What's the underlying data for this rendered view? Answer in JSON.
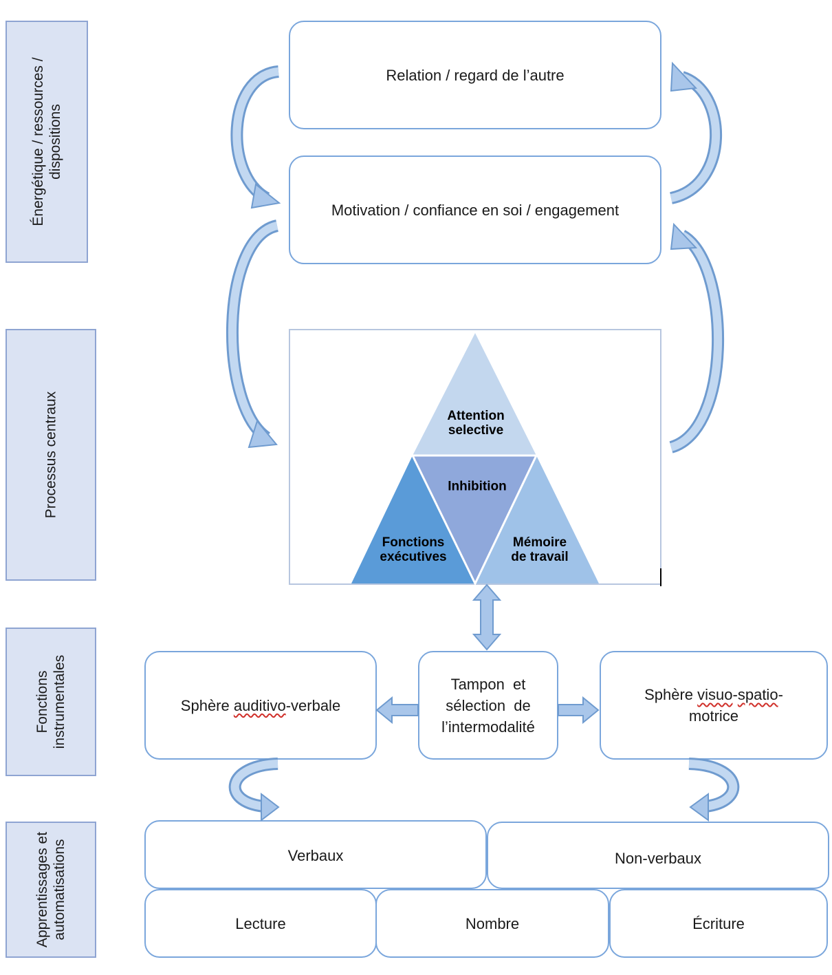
{
  "side_labels": {
    "energetique": "Énergétique / ressources /\ndispositions",
    "processus": "Processus centraux",
    "fonctions": "Fonctions\ninstrumentales",
    "apprentissages": "Apprentissages et\nautomatisations"
  },
  "boxes": {
    "relation": "Relation / regard de l’autre",
    "motivation": "Motivation / confiance en soi / engagement",
    "tampon": "Tampon  et\nsélection  de\nl’intermodalité",
    "sphere_auditive_prefix": "Sphère ",
    "sphere_auditive_word": "auditivo",
    "sphere_auditive_suffix": "-verbale",
    "sphere_visuo_prefix": "Sphère ",
    "sphere_visuo_word1": "visuo",
    "sphere_visuo_mid": "-",
    "sphere_visuo_word2": "spatio",
    "sphere_visuo_suffix": "-\nmotrice",
    "verbaux": "Verbaux",
    "non_verbaux": "Non-verbaux",
    "lecture": "Lecture",
    "nombre": "Nombre",
    "ecriture": "Écriture"
  },
  "triangle": {
    "attention": "Attention\nselective",
    "inhibition": "Inhibition",
    "fonctions_executives": "Fonctions\nexécutives",
    "memoire": "Mémoire\nde travail"
  },
  "colors": {
    "box_border": "#7aa6dc",
    "side_fill": "#dbe3f3",
    "arrow_fill": "#a9c6ea",
    "tri_attention": "#c3d7ee",
    "tri_inhibition": "#8fa8db",
    "tri_fonctions": "#5a9bd8",
    "tri_memoire": "#9fc2e8"
  }
}
